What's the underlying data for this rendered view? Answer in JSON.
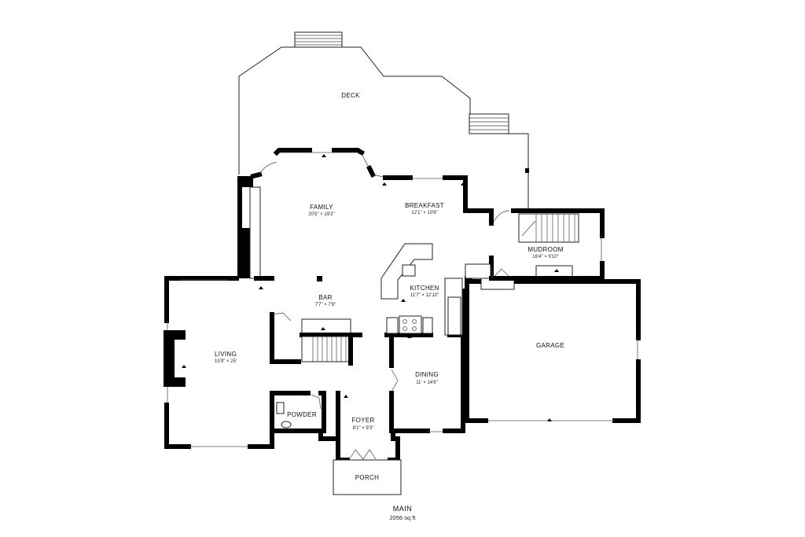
{
  "floor_label": {
    "name": "MAIN",
    "area": "2056 sq ft"
  },
  "rooms": {
    "deck": {
      "name": "DECK"
    },
    "family": {
      "name": "FAMILY",
      "dim": "20'5\" × 19'2\""
    },
    "breakfast": {
      "name": "BREAKFAST",
      "dim": "12'1\" × 10'8\""
    },
    "mudroom": {
      "name": "MUDROOM",
      "dim": "16'4\" × 5'10\""
    },
    "bar": {
      "name": "BAR",
      "dim": "7'7\" × 7'8\""
    },
    "kitchen": {
      "name": "KITCHEN",
      "dim": "11'7\" × 12'10\""
    },
    "garage": {
      "name": "GARAGE"
    },
    "living": {
      "name": "LIVING",
      "dim": "15'9\" × 25'"
    },
    "dining": {
      "name": "DINING",
      "dim": "11' × 14'6\""
    },
    "powder": {
      "name": "POWDER"
    },
    "foyer": {
      "name": "FOYER",
      "dim": "8'1\" × 9'3\""
    },
    "porch": {
      "name": "PORCH"
    }
  }
}
